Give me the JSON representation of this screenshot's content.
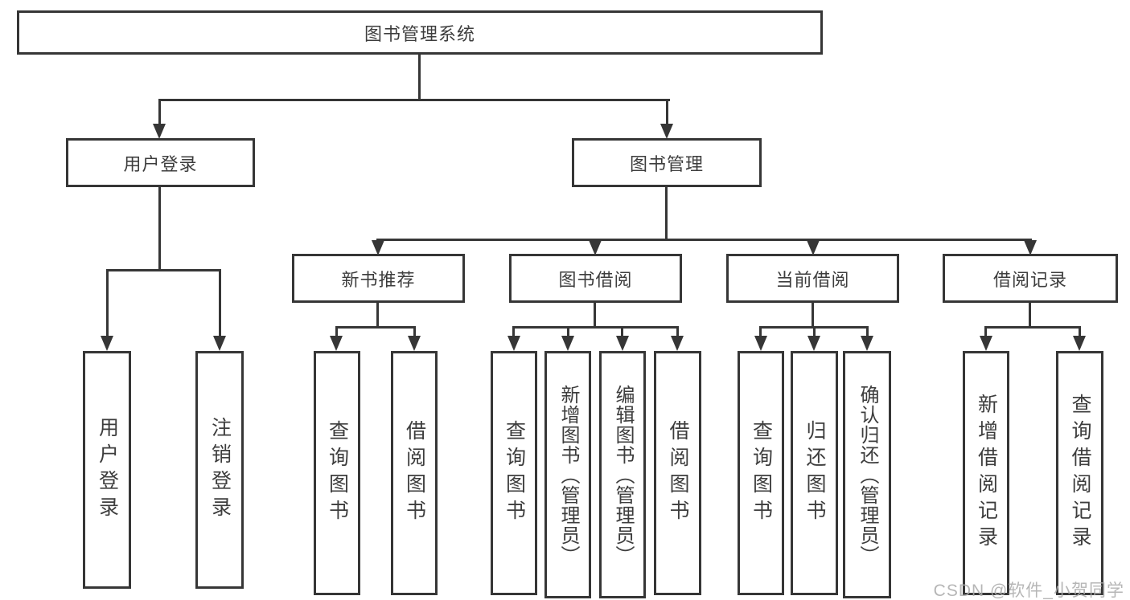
{
  "diagram": {
    "title": "图书管理系统",
    "root": {
      "label": "图书管理系统",
      "children": [
        {
          "label": "用户登录",
          "children": [
            {
              "label": "用户登录"
            },
            {
              "label": "注销登录"
            }
          ]
        },
        {
          "label": "图书管理",
          "children": [
            {
              "label": "新书推荐",
              "children": [
                {
                  "label": "查询图书"
                },
                {
                  "label": "借阅图书"
                }
              ]
            },
            {
              "label": "图书借阅",
              "children": [
                {
                  "label": "查询图书"
                },
                {
                  "label": "新增图书（管理员）"
                },
                {
                  "label": "编辑图书（管理员）"
                },
                {
                  "label": "借阅图书"
                }
              ]
            },
            {
              "label": "当前借阅",
              "children": [
                {
                  "label": "查询图书"
                },
                {
                  "label": "归还图书"
                },
                {
                  "label": "确认归还（管理员）"
                }
              ]
            },
            {
              "label": "借阅记录",
              "children": [
                {
                  "label": "新增借阅记录"
                },
                {
                  "label": "查询借阅记录"
                }
              ]
            }
          ]
        }
      ]
    }
  },
  "watermark": {
    "text": "CSDN @软件_小贺同学"
  },
  "colors": {
    "background": "#ffffff",
    "box_border": "#363636",
    "connector_line": "#363636",
    "text": "#3d3d3d",
    "watermark": "#acacac"
  }
}
